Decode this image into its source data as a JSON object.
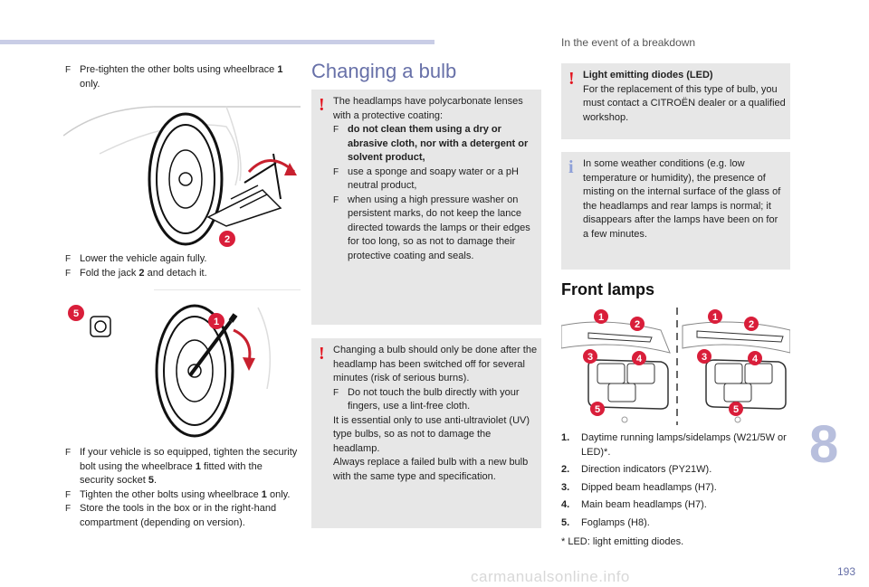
{
  "header": {
    "section_title": "In the event of a breakdown"
  },
  "left": {
    "top_bullet": {
      "text": "Pre-tighten the other bolts using wheelbrace ",
      "num": "1",
      "rest": " only."
    },
    "mid_bullets": [
      {
        "text": "Lower the vehicle again fully."
      },
      {
        "pre": "Fold the jack ",
        "num": "2",
        "post": " and detach it."
      }
    ],
    "bottom_bullets": [
      {
        "pre": "If your vehicle is so equipped, tighten the security bolt using the wheelbrace ",
        "num1": "1",
        "mid": " fitted with the security socket ",
        "num2": "5",
        "post": "."
      },
      {
        "pre": "Tighten the other bolts using wheelbrace ",
        "num": "1",
        "post": " only."
      },
      {
        "text": "Store the tools in the box or in the right-hand compartment (depending on version)."
      }
    ],
    "figure1_callouts": [
      "2"
    ],
    "figure2_callouts": [
      "5",
      "1"
    ]
  },
  "middle": {
    "title": "Changing a bulb",
    "box1": {
      "intro": "The headlamps have polycarbonate lenses with a protective coating:",
      "bullet_bold": "do not clean them using a dry or abrasive cloth, nor with a detergent or solvent product,",
      "bullets": [
        "use a sponge and soapy water or a pH neutral product,",
        "when using a high pressure washer on persistent marks, do not keep the lance directed towards the lamps or their edges for too long, so as not to damage their protective coating and seals."
      ]
    },
    "box2": {
      "p1": "Changing a bulb should only be done after the headlamp has been switched off for several minutes (risk of serious burns).",
      "bullet": "Do not touch the bulb directly with your fingers, use a lint-free cloth.",
      "p2": "It is essential only to use anti-ultraviolet (UV) type bulbs, so as not to damage the headlamp.",
      "p3": "Always replace a failed bulb with a new bulb with the same type and specification."
    }
  },
  "right": {
    "led_box": {
      "title": "Light emitting diodes (LED)",
      "text": "For the replacement of this type of bulb, you must contact a CITROËN dealer or a qualified workshop."
    },
    "info_box": {
      "text": "In some weather conditions (e.g. low temperature or humidity), the presence of misting on the internal surface of the glass of the headlamps and rear lamps is normal; it disappears after the lamps have been on for a few minutes."
    },
    "subtitle": "Front lamps",
    "lamp_callouts_left": [
      "1",
      "2",
      "3",
      "4",
      "5"
    ],
    "lamp_callouts_right": [
      "1",
      "2",
      "3",
      "4",
      "5"
    ],
    "legend": [
      {
        "num": "1.",
        "text": "Daytime running lamps/sidelamps (W21/5W or LED)*."
      },
      {
        "num": "2.",
        "text": "Direction indicators (PY21W)."
      },
      {
        "num": "3.",
        "text": "Dipped beam headlamps (H7)."
      },
      {
        "num": "4.",
        "text": "Main beam headlamps (H7)."
      },
      {
        "num": "5.",
        "text": "Foglamps (H8)."
      }
    ],
    "footnote": "*   LED: light emitting diodes."
  },
  "chapter_number": "8",
  "page_number": "193",
  "watermark": "carmanualsonline.info",
  "bullet_glyph": "F",
  "warning_glyph": "!",
  "info_glyph": "i",
  "colors": {
    "accent": "#6770a8",
    "warning": "#e3141f",
    "box_bg": "#e7e7e7",
    "callout": "#d91e3a"
  }
}
